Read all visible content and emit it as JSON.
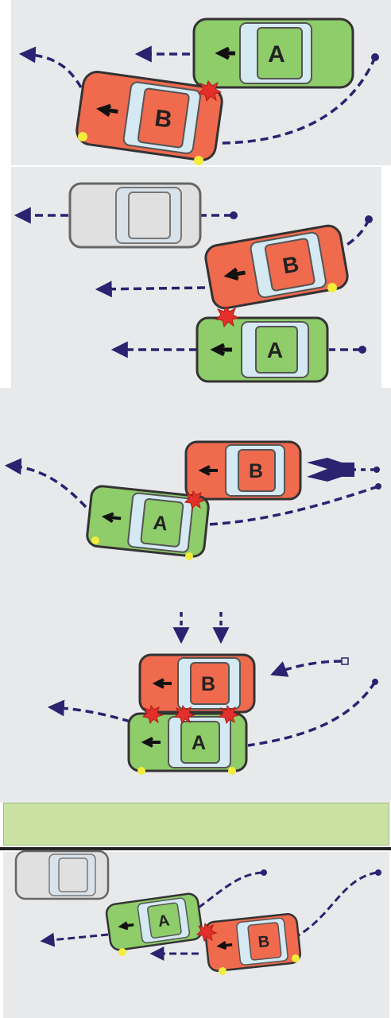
{
  "scenarios": [
    {
      "id": "scenario-1",
      "cars": [
        {
          "label": "A",
          "color": "green"
        },
        {
          "label": "B",
          "color": "red"
        }
      ]
    },
    {
      "id": "scenario-2",
      "cars": [
        {
          "label": "",
          "color": "gray"
        },
        {
          "label": "B",
          "color": "red"
        },
        {
          "label": "A",
          "color": "green"
        }
      ]
    },
    {
      "id": "scenario-3",
      "cars": [
        {
          "label": "B",
          "color": "red"
        },
        {
          "label": "A",
          "color": "green"
        }
      ]
    },
    {
      "id": "scenario-4",
      "cars": [
        {
          "label": "B",
          "color": "red"
        },
        {
          "label": "A",
          "color": "green"
        }
      ]
    },
    {
      "id": "scenario-5",
      "cars": [
        {
          "label": "",
          "color": "gray"
        },
        {
          "label": "A",
          "color": "green"
        },
        {
          "label": "B",
          "color": "red"
        }
      ]
    }
  ],
  "colors": {
    "green": "#8fcc6a",
    "red": "#f06a4e",
    "gray": "#e0e0e0",
    "path": "#2b2270",
    "road": "#e8e9eb",
    "lane": "#c9e1a3"
  },
  "icons": [
    "direction-arrow-icon",
    "impact-burst-icon",
    "scuff-mark-icon"
  ]
}
